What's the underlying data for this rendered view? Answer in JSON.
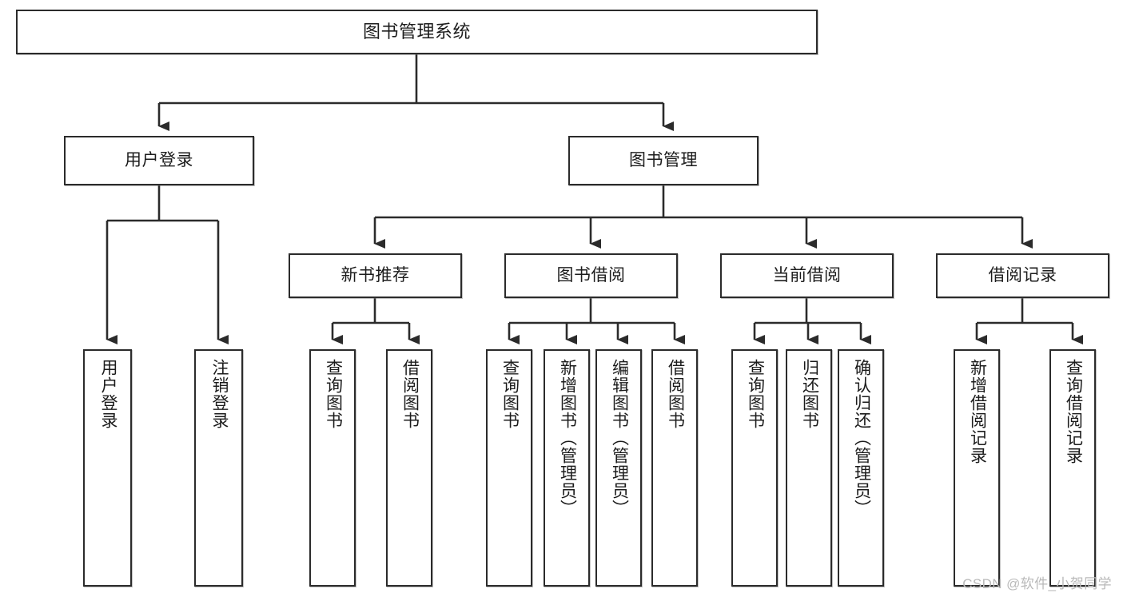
{
  "diagram": {
    "type": "tree-hierarchy-chart",
    "title": "图书管理系统",
    "watermark": "CSDN @软件_小贺同学",
    "colors": {
      "background": "#ffffff",
      "box_border": "#2b2b2b",
      "box_fill": "#ffffff",
      "edge": "#2b2b2b",
      "text": "#1c1c1c",
      "watermark": "#b9b9b9"
    },
    "levels": [
      {
        "level": 1,
        "nodes": [
          {
            "id": "root",
            "label": "图书管理系统",
            "orientation": "horizontal"
          }
        ]
      },
      {
        "level": 2,
        "nodes": [
          {
            "id": "user-login",
            "label": "用户登录",
            "orientation": "horizontal",
            "parent": "root"
          },
          {
            "id": "book-manage",
            "label": "图书管理",
            "orientation": "horizontal",
            "parent": "root"
          }
        ]
      },
      {
        "level": 3,
        "nodes": [
          {
            "id": "new-book-recommend",
            "label": "新书推荐",
            "orientation": "horizontal",
            "parent": "book-manage"
          },
          {
            "id": "book-borrow",
            "label": "图书借阅",
            "orientation": "horizontal",
            "parent": "book-manage"
          },
          {
            "id": "current-borrow",
            "label": "当前借阅",
            "orientation": "horizontal",
            "parent": "book-manage"
          },
          {
            "id": "borrow-record",
            "label": "借阅记录",
            "orientation": "horizontal",
            "parent": "book-manage"
          }
        ]
      },
      {
        "level": 4,
        "nodes": [
          {
            "id": "leaf-user-login",
            "label": "用户登录",
            "orientation": "vertical",
            "parent": "user-login"
          },
          {
            "id": "leaf-logout-login",
            "label": "注销登录",
            "orientation": "vertical",
            "parent": "user-login"
          },
          {
            "id": "leaf-query-book-1",
            "label": "查询图书",
            "orientation": "vertical",
            "parent": "new-book-recommend"
          },
          {
            "id": "leaf-borrow-book-1",
            "label": "借阅图书",
            "orientation": "vertical",
            "parent": "new-book-recommend"
          },
          {
            "id": "leaf-query-book-2",
            "label": "查询图书",
            "orientation": "vertical",
            "parent": "book-borrow"
          },
          {
            "id": "leaf-add-book",
            "label": "新增图书（管理员）",
            "orientation": "vertical",
            "parent": "book-borrow"
          },
          {
            "id": "leaf-edit-book",
            "label": "编辑图书（管理员）",
            "orientation": "vertical",
            "parent": "book-borrow"
          },
          {
            "id": "leaf-borrow-book-2",
            "label": "借阅图书",
            "orientation": "vertical",
            "parent": "book-borrow"
          },
          {
            "id": "leaf-query-book-3",
            "label": "查询图书",
            "orientation": "vertical",
            "parent": "current-borrow"
          },
          {
            "id": "leaf-return-book",
            "label": "归还图书",
            "orientation": "vertical",
            "parent": "current-borrow"
          },
          {
            "id": "leaf-confirm-return",
            "label": "确认归还（管理员）",
            "orientation": "vertical",
            "parent": "current-borrow"
          },
          {
            "id": "leaf-add-record",
            "label": "新增借阅记录",
            "orientation": "vertical",
            "parent": "borrow-record"
          },
          {
            "id": "leaf-query-record",
            "label": "查询借阅记录",
            "orientation": "vertical",
            "parent": "borrow-record"
          }
        ]
      }
    ]
  }
}
